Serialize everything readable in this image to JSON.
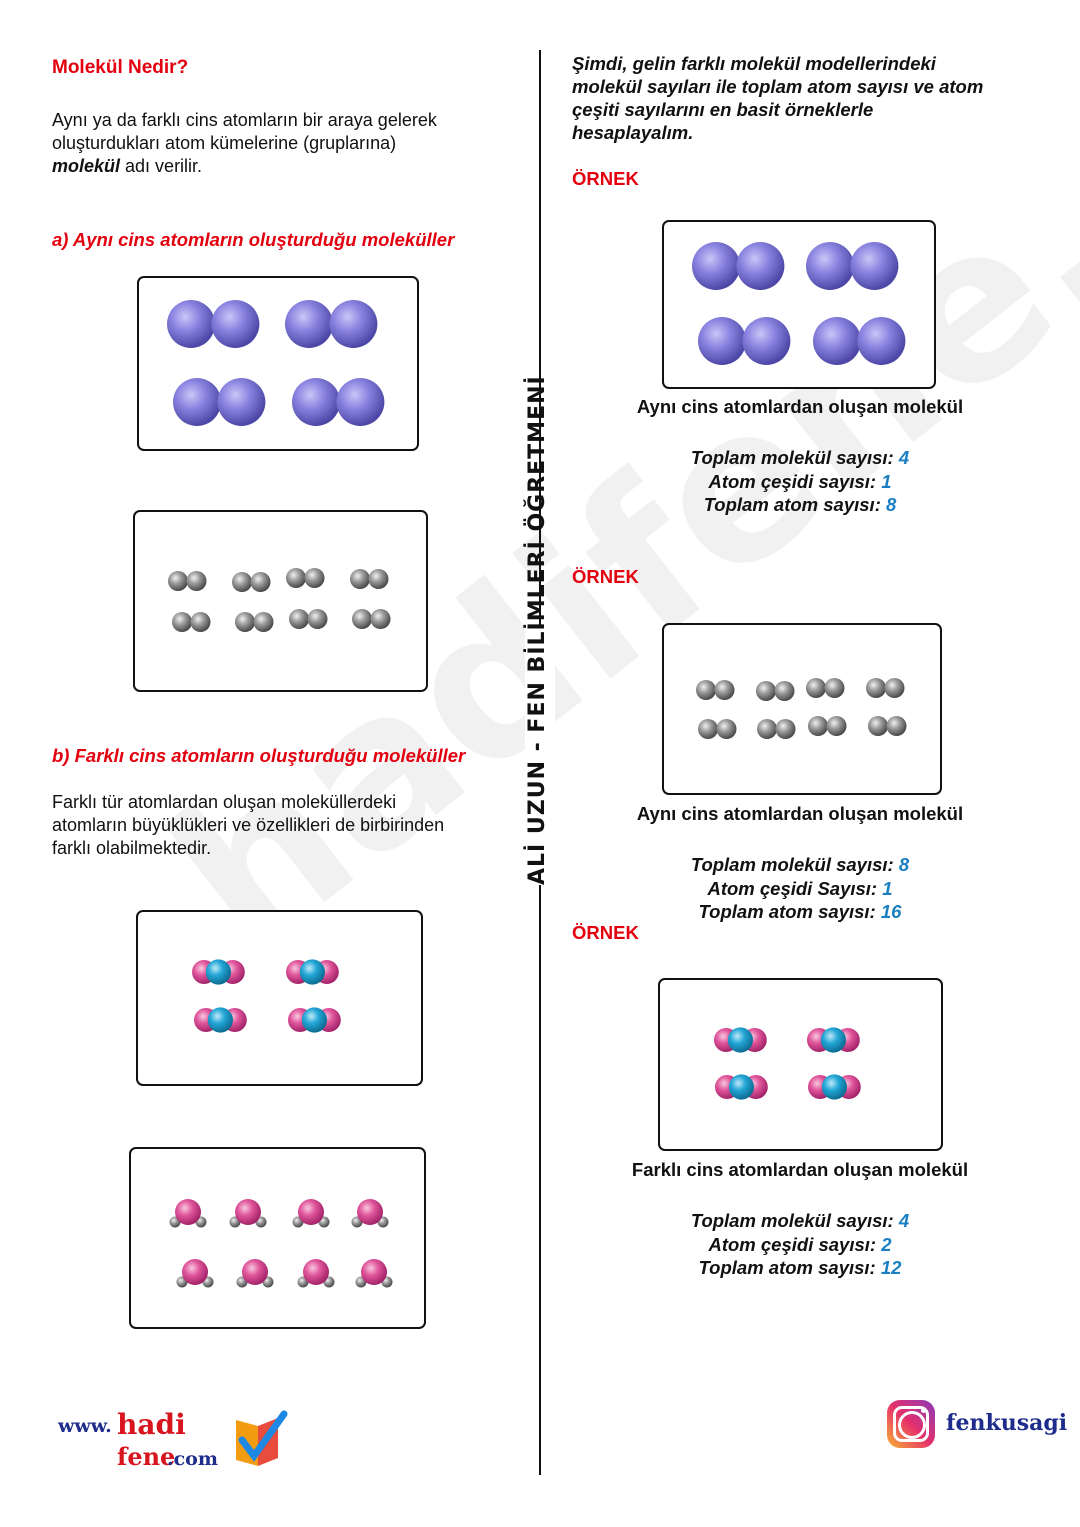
{
  "left": {
    "title": "Molekül Nedir?",
    "definition": {
      "line1": "Aynı ya da farklı cins atomların bir araya gelerek",
      "line2": "oluşturdukları atom kümelerine (gruplarına)",
      "term": "molekül",
      "rest": " adı verilir."
    },
    "section_a": "a) Aynı cins atomların oluşturduğu moleküller",
    "section_b": "b) Farklı cins atomların oluşturduğu moleküller",
    "para_b": {
      "line1": "Farklı tür atomlardan oluşan moleküllerdeki",
      "line2": "atomların büyüklükleri ve özellikleri de birbirinden",
      "line3": "farklı olabilmektedir."
    }
  },
  "right": {
    "intro": {
      "line1": "Şimdi, gelin farklı molekül modellerindeki",
      "line2": "molekül sayıları ile toplam atom sayısı ve atom",
      "line3": "çeşiti sayılarını en basit örneklerle",
      "line4": "hesaplayalım."
    },
    "examples": [
      {
        "label": "ÖRNEK",
        "caption": "Aynı cins atomlardan oluşan molekül",
        "stats": [
          {
            "label": "Toplam molekül sayısı: ",
            "value": "4"
          },
          {
            "label": "Atom çeşidi sayısı: ",
            "value": "1"
          },
          {
            "label": "Toplam atom sayısı: ",
            "value": "8"
          }
        ]
      },
      {
        "label": "ÖRNEK",
        "caption": "Aynı cins atomlardan oluşan molekül",
        "stats": [
          {
            "label": "Toplam molekül sayısı: ",
            "value": "8"
          },
          {
            "label": "Atom çeşidi Sayısı: ",
            "value": "1"
          },
          {
            "label": "Toplam atom sayısı: ",
            "value": "16"
          }
        ]
      },
      {
        "label": "ÖRNEK",
        "caption": "Farklı cins atomlardan oluşan molekül",
        "stats": [
          {
            "label": "Toplam molekül sayısı: ",
            "value": "4"
          },
          {
            "label": "Atom çeşidi sayısı: ",
            "value": "2"
          },
          {
            "label": "Toplam atom sayısı: ",
            "value": "12"
          }
        ]
      }
    ]
  },
  "watermark": "hadifene.com",
  "teacher_stamp": "ALİ UZUN - FEN BİLİMLERİ ÖĞRETMENİ",
  "footer": {
    "site_www": "www.",
    "site_hadi": "hadi",
    "site_fene": "fene",
    "site_com": ".com",
    "instagram_handle": "fenkusagi",
    "logo_icon": "book-check-logo-icon",
    "instagram_icon": "instagram-icon"
  },
  "colors": {
    "heading_red": "#e3000f",
    "value_blue": "#1a7fc2",
    "atom_purple": "#8a84e0",
    "atom_gray": "#9a9a9a",
    "atom_pink": "#e0559b",
    "atom_cyan": "#22a6d6"
  }
}
